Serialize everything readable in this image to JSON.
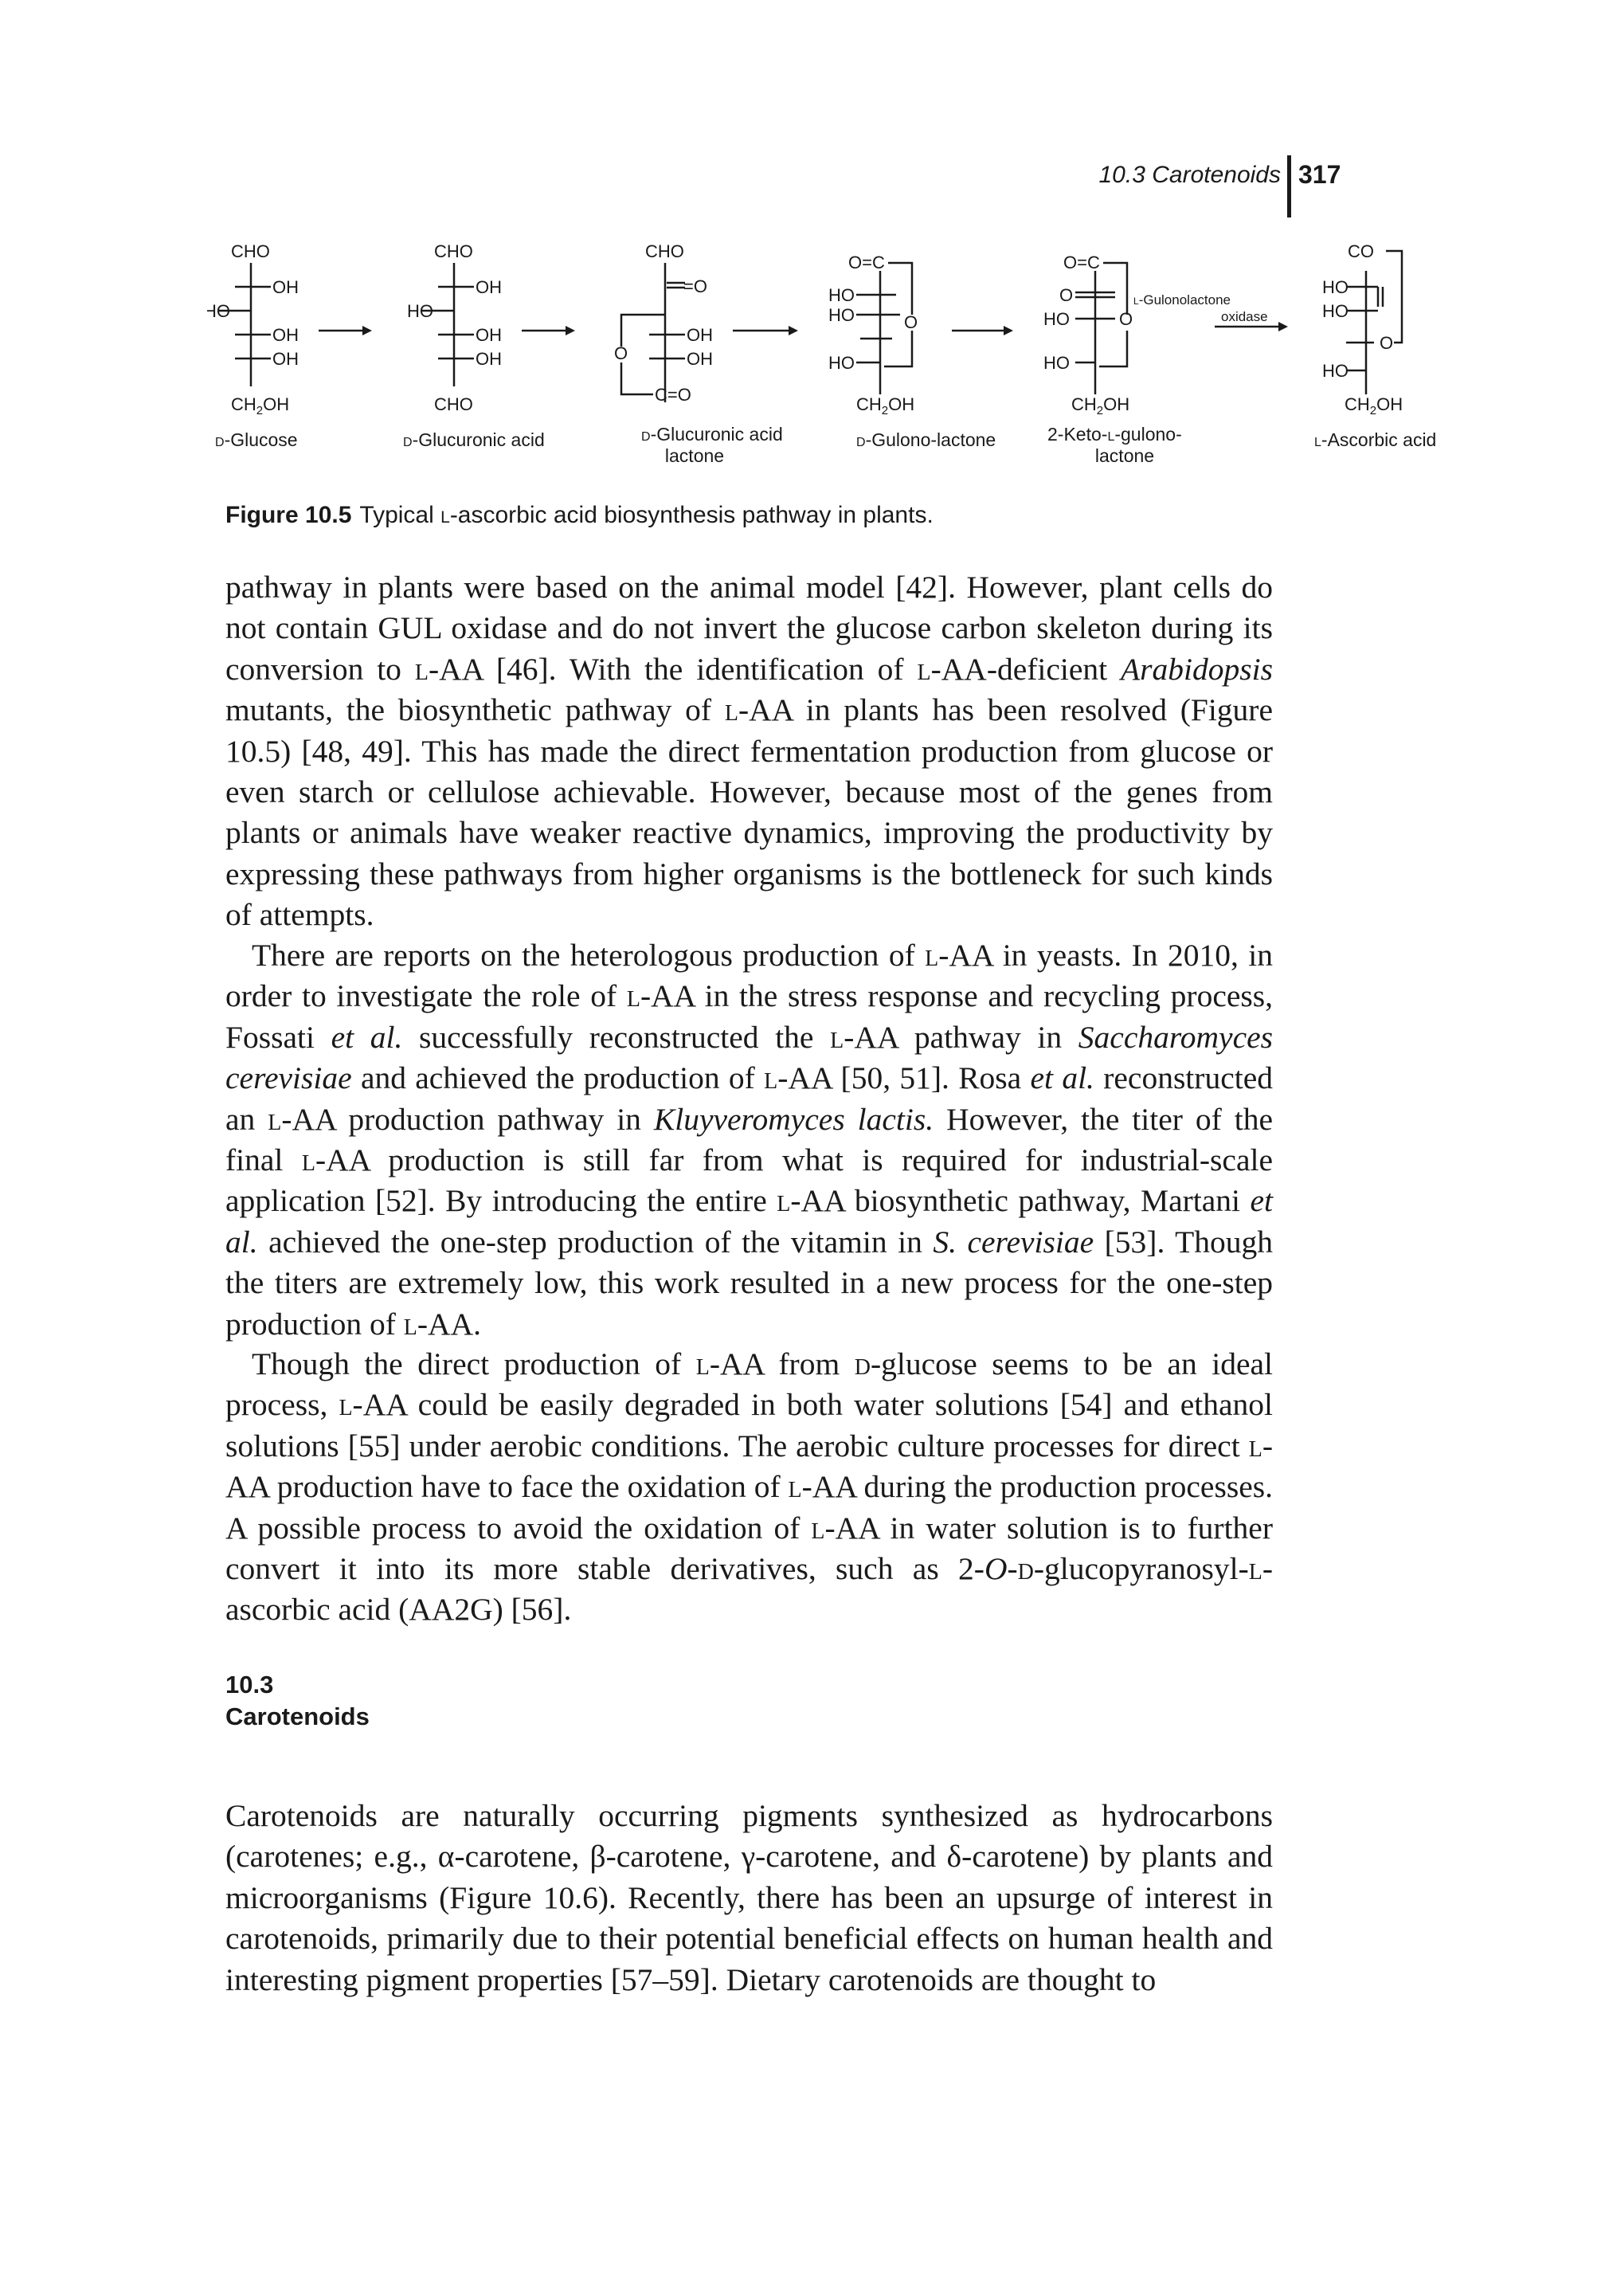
{
  "running_head": {
    "section": "10.3  Carotenoids",
    "page_number": "317"
  },
  "figure": {
    "caption_label": "Figure 10.5",
    "caption_pre": "Typical ",
    "caption_sc": "l",
    "caption_post": "-ascorbic acid biosynthesis pathway in plants.",
    "enzyme_label_sc": "l",
    "enzyme_label_line1": "-Gulonolactone",
    "enzyme_label_line2": "oxidase",
    "compounds": [
      {
        "prefix": "d",
        "name": "-Glucose"
      },
      {
        "prefix": "d",
        "name": "-Glucuronic acid"
      },
      {
        "prefix": "d",
        "name": "-Glucuronic acid",
        "name2": "lactone"
      },
      {
        "prefix": "d",
        "name": "-Gulono-lactone"
      },
      {
        "prefix": "",
        "name": "2-Keto-",
        "prefix2": "l",
        "name_b": "-gulono-",
        "name2": "lactone"
      },
      {
        "prefix": "l",
        "name": "-Ascorbic acid"
      }
    ],
    "groups": {
      "cho": "CHO",
      "oh_right": "OH",
      "ho_left": "HO",
      "ch2oh": "CH",
      "ch2oh_sub": "2",
      "ch2oh_tail": "OH",
      "eq_o": "=O",
      "o": "O",
      "o_eq_c": "O=C",
      "c_eq_o": "C=O",
      "co": "CO"
    }
  },
  "section": {
    "number": "10.3",
    "title": "Carotenoids"
  }
}
